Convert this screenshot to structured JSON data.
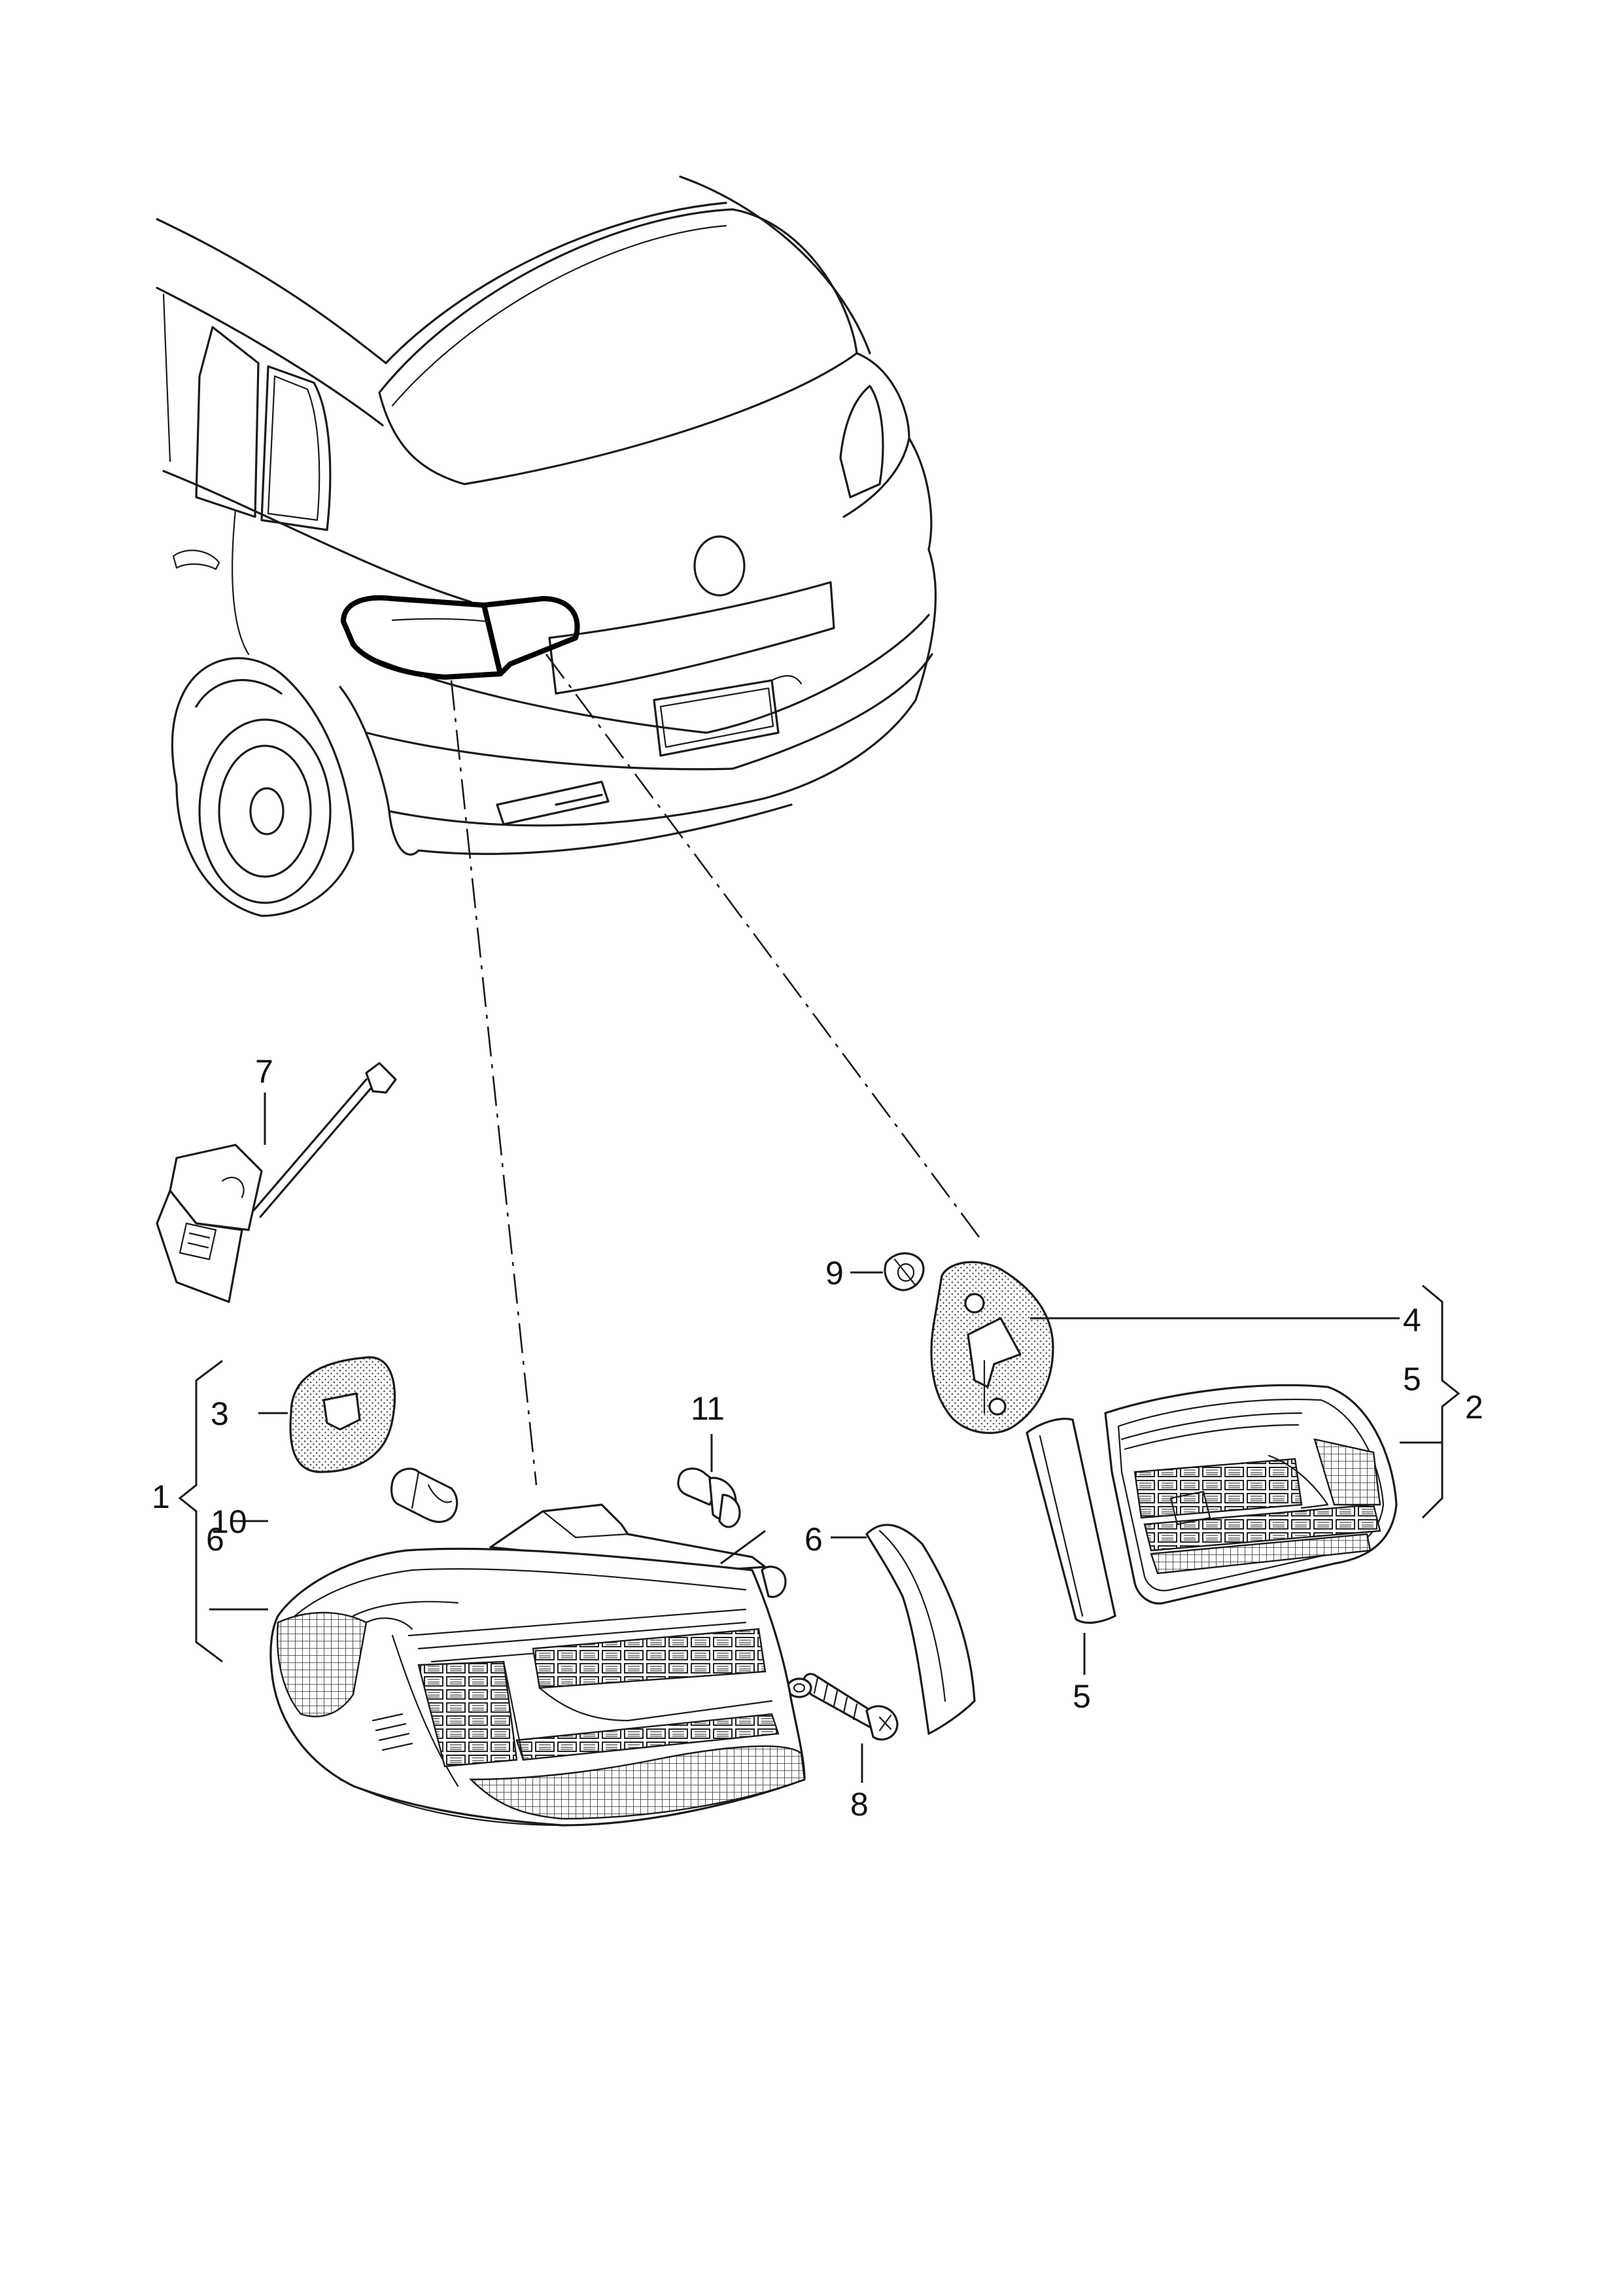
{
  "callouts": {
    "c1": "1",
    "c2": "2",
    "c3": "3",
    "c4": "4",
    "c5a": "5",
    "c5b": "5",
    "c6a": "6",
    "c6b": "6",
    "c7": "7",
    "c8": "8",
    "c9": "9",
    "c10": "10",
    "c11": "11"
  },
  "colors": {
    "line": "#1a1a1a",
    "background": "#ffffff"
  }
}
